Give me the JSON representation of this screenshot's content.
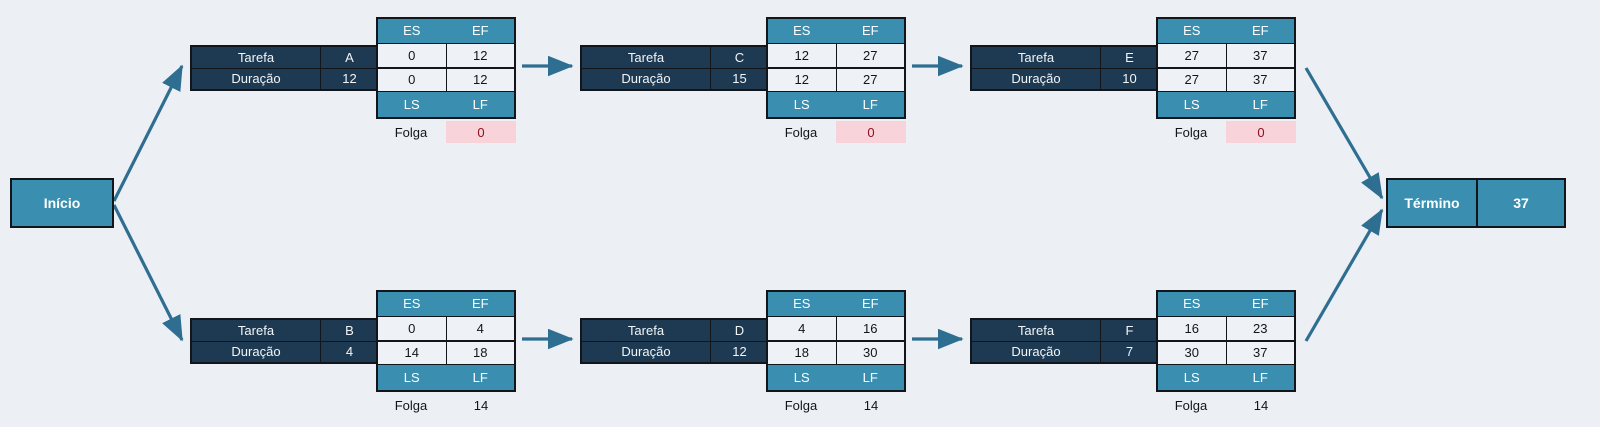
{
  "diagram": {
    "type": "cpm-network",
    "language": "pt-BR",
    "labels": {
      "task": "Tarefa",
      "duration": "Duração",
      "es": "ES",
      "ef": "EF",
      "ls": "LS",
      "lf": "LF",
      "slack": "Folga"
    },
    "colors": {
      "background": "#eceff4",
      "header_teal": "#3a8fb0",
      "body_navy": "#1e3a52",
      "cell_light": "#eef1f5",
      "critical_highlight": "#f8d3da",
      "critical_text": "#8e1020",
      "edge": "#2e6f91",
      "border": "#12161a"
    },
    "start_node": {
      "label": "Início"
    },
    "end_node": {
      "label": "Término",
      "value": "37"
    },
    "nodes": [
      {
        "id": "A",
        "task": "A",
        "duration": "12",
        "es": "0",
        "ef": "12",
        "ls": "0",
        "lf": "12",
        "slack": "0",
        "critical": true,
        "row": "top",
        "col": 0
      },
      {
        "id": "C",
        "task": "C",
        "duration": "15",
        "es": "12",
        "ef": "27",
        "ls": "12",
        "lf": "27",
        "slack": "0",
        "critical": true,
        "row": "top",
        "col": 1
      },
      {
        "id": "E",
        "task": "E",
        "duration": "10",
        "es": "27",
        "ef": "37",
        "ls": "27",
        "lf": "37",
        "slack": "0",
        "critical": true,
        "row": "top",
        "col": 2
      },
      {
        "id": "B",
        "task": "B",
        "duration": "4",
        "es": "0",
        "ef": "4",
        "ls": "14",
        "lf": "18",
        "slack": "14",
        "critical": false,
        "row": "bottom",
        "col": 0
      },
      {
        "id": "D",
        "task": "D",
        "duration": "12",
        "es": "4",
        "ef": "16",
        "ls": "18",
        "lf": "30",
        "slack": "14",
        "critical": false,
        "row": "bottom",
        "col": 1
      },
      {
        "id": "F",
        "task": "F",
        "duration": "7",
        "es": "16",
        "ef": "23",
        "ls": "30",
        "lf": "37",
        "slack": "14",
        "critical": false,
        "row": "bottom",
        "col": 2
      }
    ],
    "edges": [
      {
        "from": "Início",
        "to": "A"
      },
      {
        "from": "Início",
        "to": "B"
      },
      {
        "from": "A",
        "to": "C"
      },
      {
        "from": "C",
        "to": "E"
      },
      {
        "from": "B",
        "to": "D"
      },
      {
        "from": "D",
        "to": "F"
      },
      {
        "from": "E",
        "to": "Término"
      },
      {
        "from": "F",
        "to": "Término"
      }
    ]
  }
}
